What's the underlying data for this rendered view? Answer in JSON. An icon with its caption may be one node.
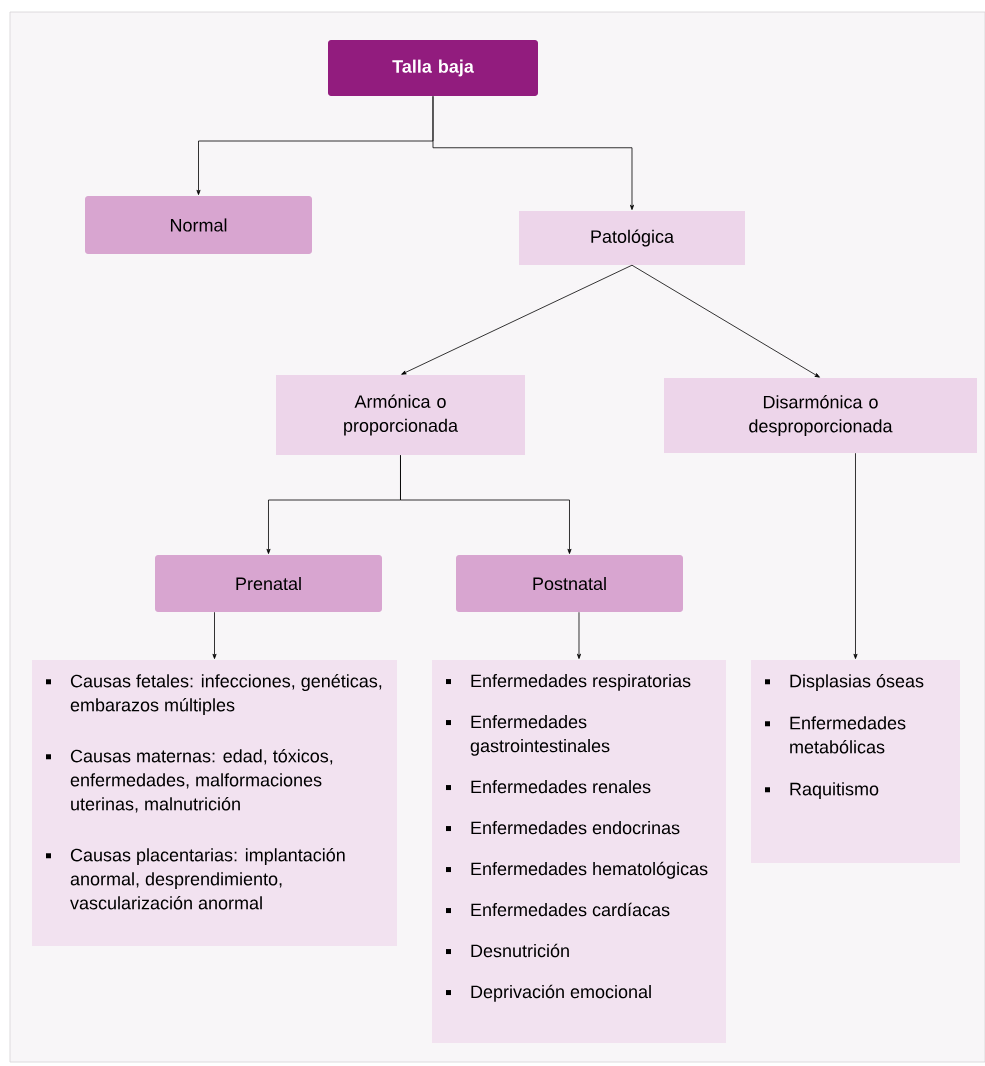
{
  "diagram": {
    "nodes": [
      {
        "text": [
          "Talla baja"
        ]
      },
      {
        "text": [
          "Normal"
        ]
      },
      {
        "text": [
          "Patológica"
        ]
      },
      {
        "text": [
          "Armónica o proporcionada"
        ]
      },
      {
        "text": [
          "Disarmónica o desproporcionada"
        ]
      },
      {
        "text": [
          "Prenatal"
        ]
      },
      {
        "text": [
          "Postnatal"
        ]
      },
      {
        "text": [
          "Causas fetales: infecciones, genéticas, embarazos múltiples",
          "Causas maternas: edad, tóxicos, enfermedades, malformaciones uterinas, malnutrición",
          "Causas placentarias: implantación anormal, desprendimiento, vascularización anormal"
        ]
      },
      {
        "text": [
          "Enfermedades respiratorias",
          "Enfermedades gastrointestinales",
          "Enfermedades renales",
          "Enfermedades endocrinas",
          "Enfermedades hematológicas",
          "Enfermedades cardíacas",
          "Desnutrición",
          "Deprivación emocional"
        ]
      },
      {
        "text": [
          "Displasias óseas",
          "Enfermedades metabólicas",
          "Raquitismo"
        ]
      }
    ],
    "edges": [
      {
        "from": 0,
        "to": 1,
        "arrow": "to"
      },
      {
        "from": 0,
        "to": 2,
        "arrow": "to"
      },
      {
        "from": 2,
        "to": 3,
        "arrow": "to"
      },
      {
        "from": 2,
        "to": 4,
        "arrow": "to"
      },
      {
        "from": 3,
        "to": 5,
        "arrow": "to"
      },
      {
        "from": 3,
        "to": 6,
        "arrow": "to"
      },
      {
        "from": 5,
        "to": 7,
        "arrow": "to"
      },
      {
        "from": 6,
        "to": 8,
        "arrow": "to"
      },
      {
        "from": 4,
        "to": 9,
        "arrow": "to"
      }
    ]
  }
}
